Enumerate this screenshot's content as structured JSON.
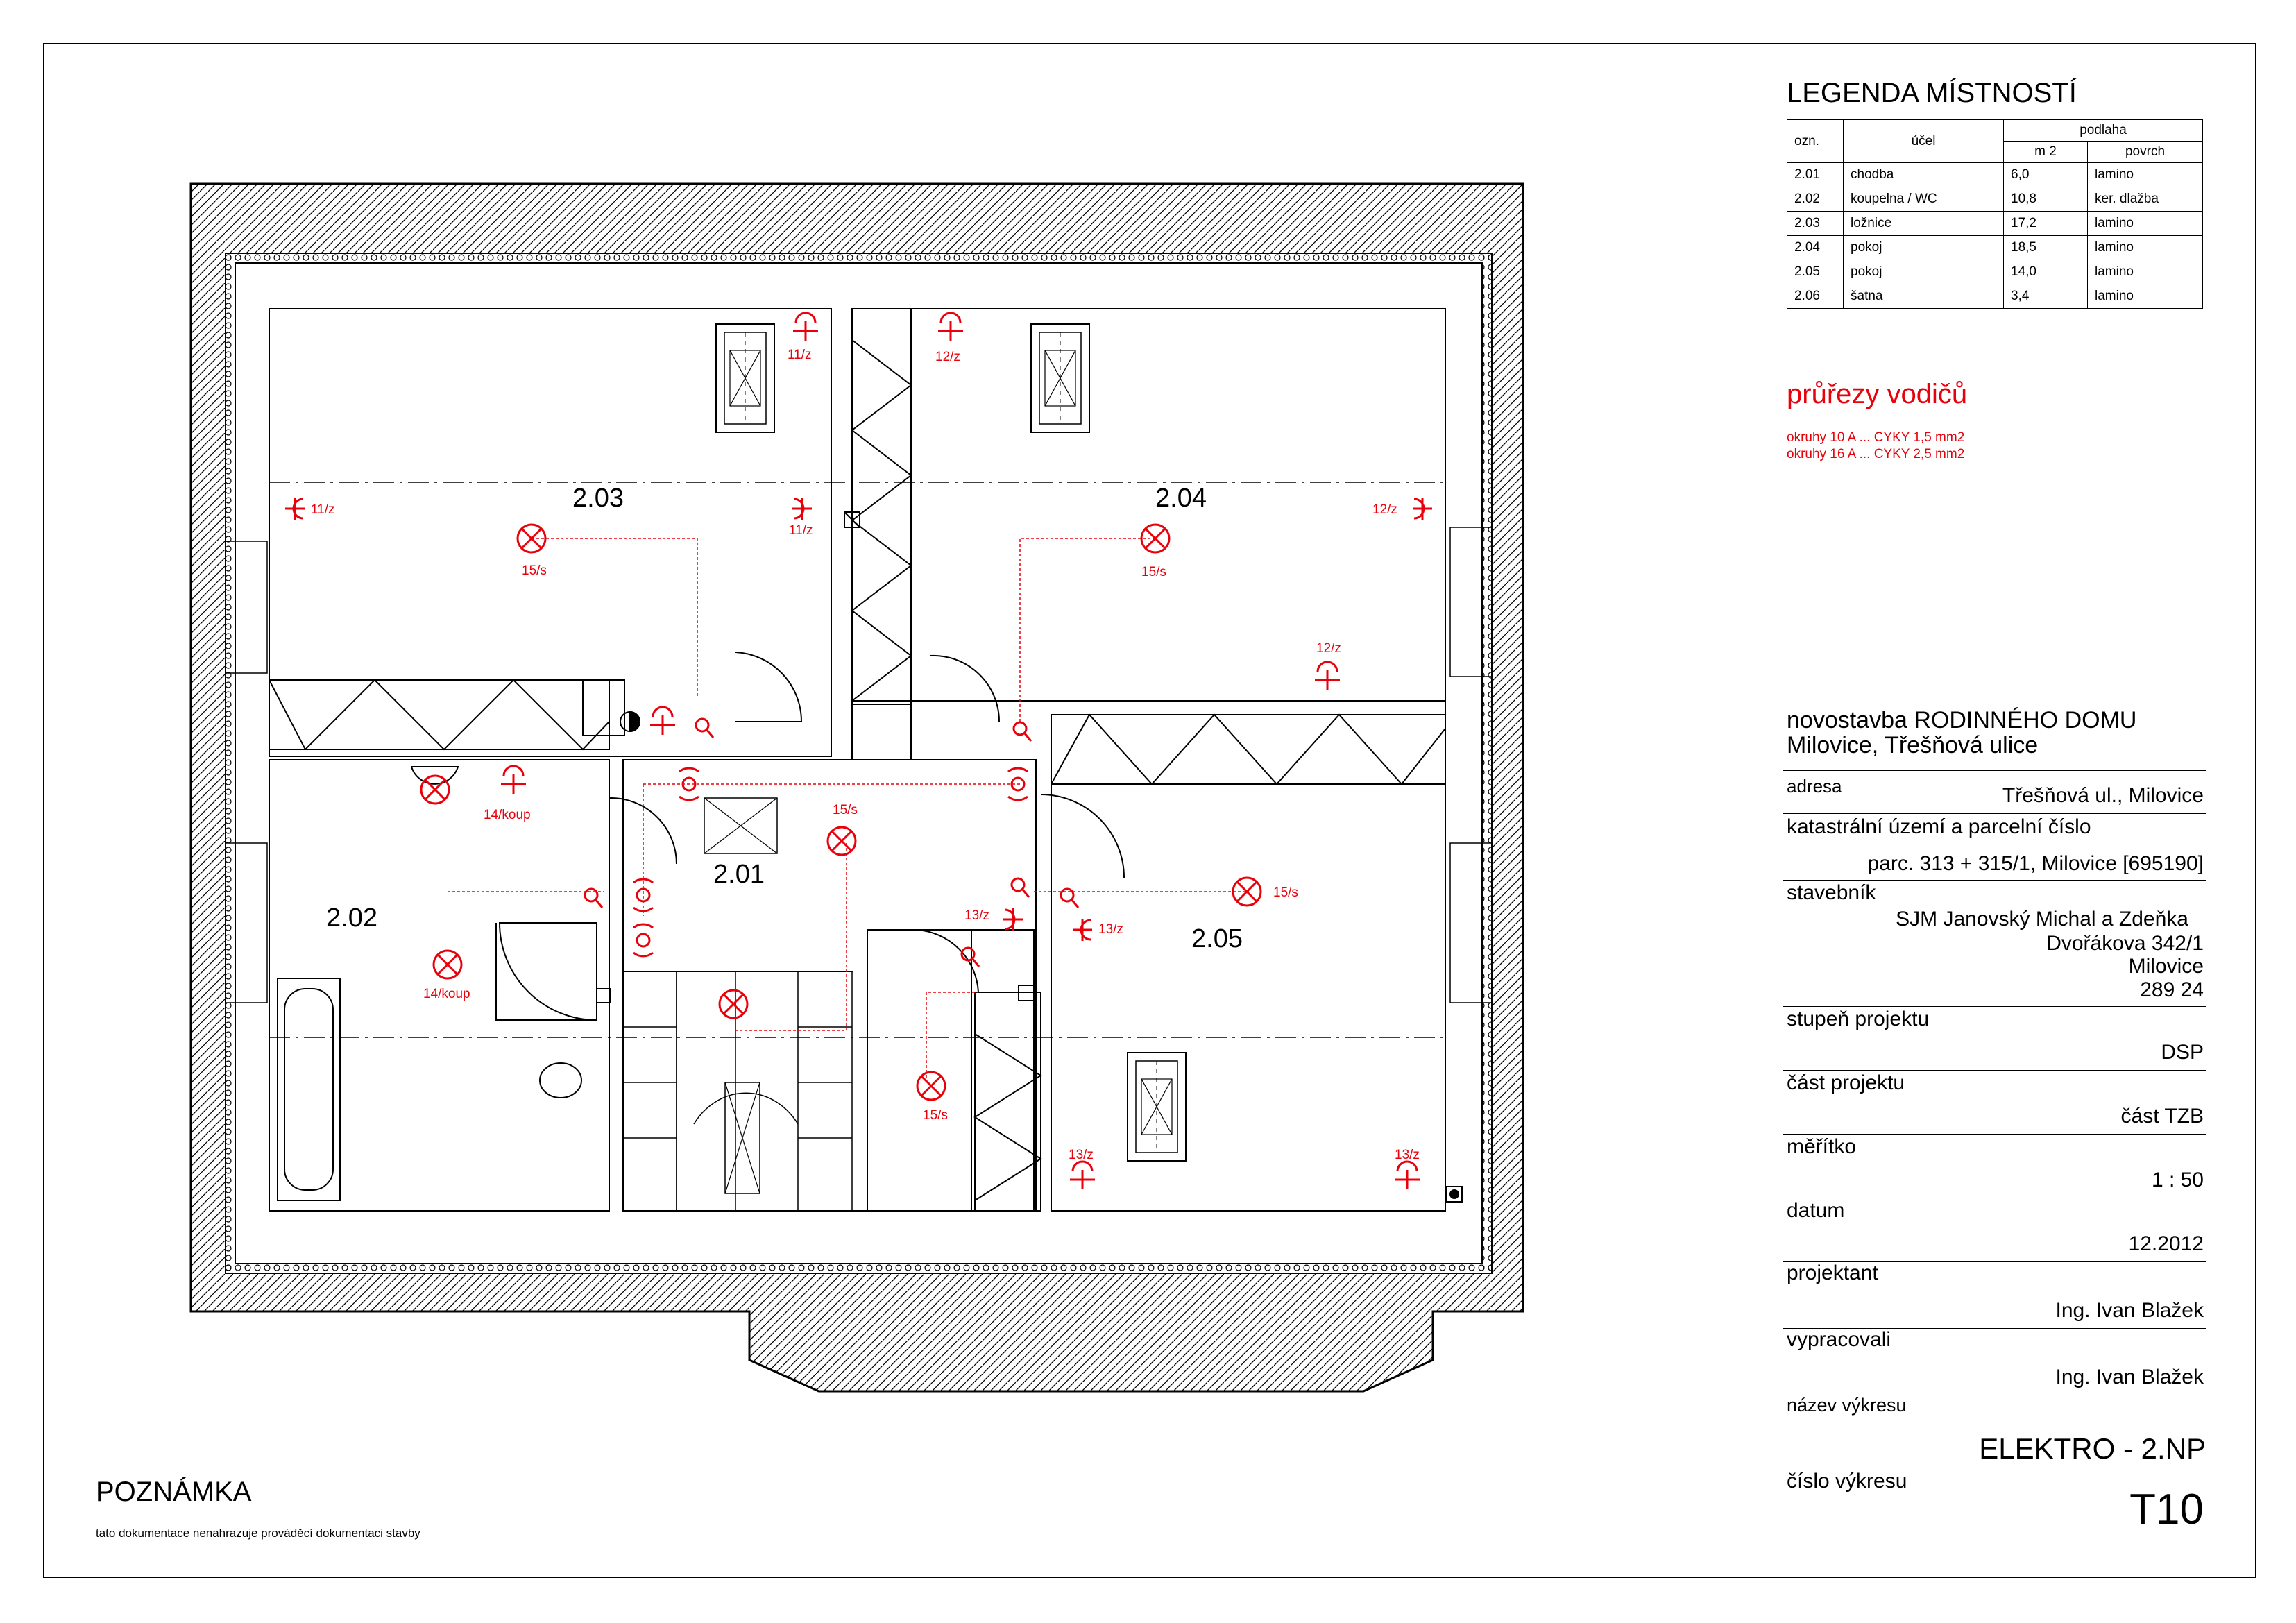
{
  "legend": {
    "title": "LEGENDA MÍSTNOSTÍ",
    "headers": {
      "ozn": "ozn.",
      "ucel": "účel",
      "podlaha": "podlaha",
      "m2": "m 2",
      "povrch": "povrch"
    },
    "rows": [
      {
        "ozn": "2.01",
        "ucel": "chodba",
        "m2": "6,0",
        "povrch": "lamino"
      },
      {
        "ozn": "2.02",
        "ucel": "koupelna / WC",
        "m2": "10,8",
        "povrch": "ker. dlažba"
      },
      {
        "ozn": "2.03",
        "ucel": "ložnice",
        "m2": "17,2",
        "povrch": "lamino"
      },
      {
        "ozn": "2.04",
        "ucel": "pokoj",
        "m2": "18,5",
        "povrch": "lamino"
      },
      {
        "ozn": "2.05",
        "ucel": "pokoj",
        "m2": "14,0",
        "povrch": "lamino"
      },
      {
        "ozn": "2.06",
        "ucel": "šatna",
        "m2": "3,4",
        "povrch": "lamino"
      }
    ]
  },
  "wires": {
    "title": "průřezy vodičů",
    "line1": "okruhy 10 A ... CYKY 1,5 mm2",
    "line2": "okruhy 16 A ... CYKY 2,5 mm2"
  },
  "titleblock": {
    "project_line1": "novostavba RODINNÉHO DOMU",
    "project_line2": "Milovice,  Třešňová ulice",
    "adresa_label": "adresa",
    "adresa_value": "Třešňová ul., Milovice",
    "katastr_label": "katastrální území a parcelní číslo",
    "katastr_value": "parc. 313 + 315/1, Milovice  [695190]",
    "stavebnik_label": "stavebník",
    "stavebnik_line1": "SJM Janovský Michal a Zdeňka",
    "stavebnik_line2": "Dvořákova 342/1",
    "stavebnik_line3": "Milovice",
    "stavebnik_line4": "289 24",
    "stupen_label": "stupeň projektu",
    "stupen_value": "DSP",
    "cast_label": "část projektu",
    "cast_value": "část TZB",
    "meritko_label": "měřítko",
    "meritko_value": "1 : 50",
    "datum_label": "datum",
    "datum_value": "12.2012",
    "projektant_label": "projektant",
    "projektant_value": "Ing. Ivan Blažek",
    "vypracovali_label": "vypracovali",
    "vypracovali_value": "Ing. Ivan Blažek",
    "nazev_label": "název výkresu",
    "nazev_value": "ELEKTRO - 2.NP",
    "cislo_label": "číslo výkresu",
    "cislo_value": "T10"
  },
  "note": {
    "title": "POZNÁMKA",
    "text": "tato dokumentace nenahrazuje prováděcí dokumentaci stavby"
  },
  "plan": {
    "rooms": {
      "r203": "2.03",
      "r204": "2.04",
      "r201": "2.01",
      "r202": "2.02",
      "r205": "2.05"
    },
    "labels": {
      "l11z_a": "11/z",
      "l11z_b": "11/z",
      "l11z_c": "11/z",
      "l12z_a": "12/z",
      "l12z_b": "12/z",
      "l12z_c": "12/z",
      "l15s_a": "15/s",
      "l15s_b": "15/s",
      "l15s_c": "15/s",
      "l15s_d": "15/s",
      "l15s_e": "15/s",
      "l14_a": "14/koup",
      "l14_b": "14/koup",
      "l13z_a": "13/z",
      "l13z_b": "13/z",
      "l13z_c": "13/z",
      "l13z_d": "13/z"
    },
    "colors": {
      "electric": "#e8000b",
      "lines": "#000000"
    }
  }
}
